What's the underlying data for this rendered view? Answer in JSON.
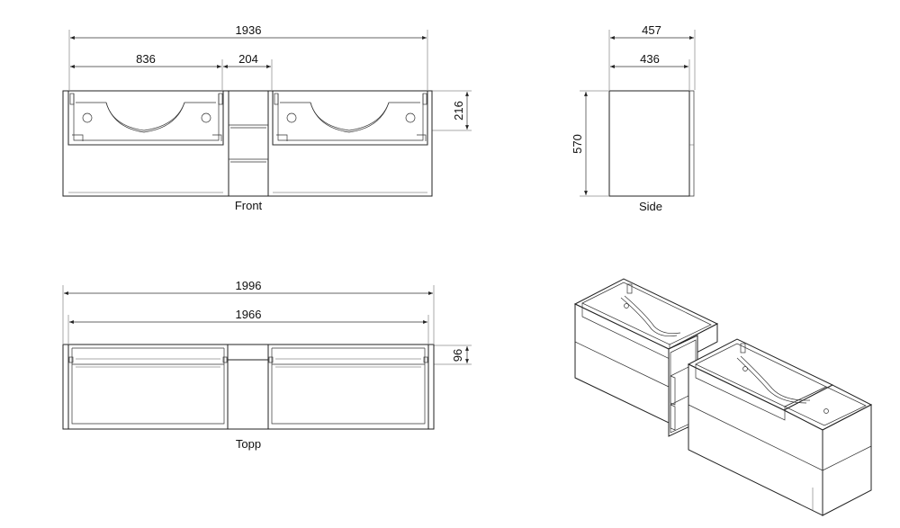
{
  "dimensions": {
    "front_total_width": "1936",
    "front_left_width": "836",
    "front_middle_width": "204",
    "front_height": "216",
    "side_depth_outer": "457",
    "side_depth_inner": "436",
    "side_height": "570",
    "top_total_width": "1996",
    "top_inner_width": "1966",
    "top_depth": "96"
  },
  "labels": {
    "front": "Front",
    "side": "Side",
    "top": "Topp"
  },
  "colors": {
    "line": "#222222",
    "background": "#ffffff"
  }
}
